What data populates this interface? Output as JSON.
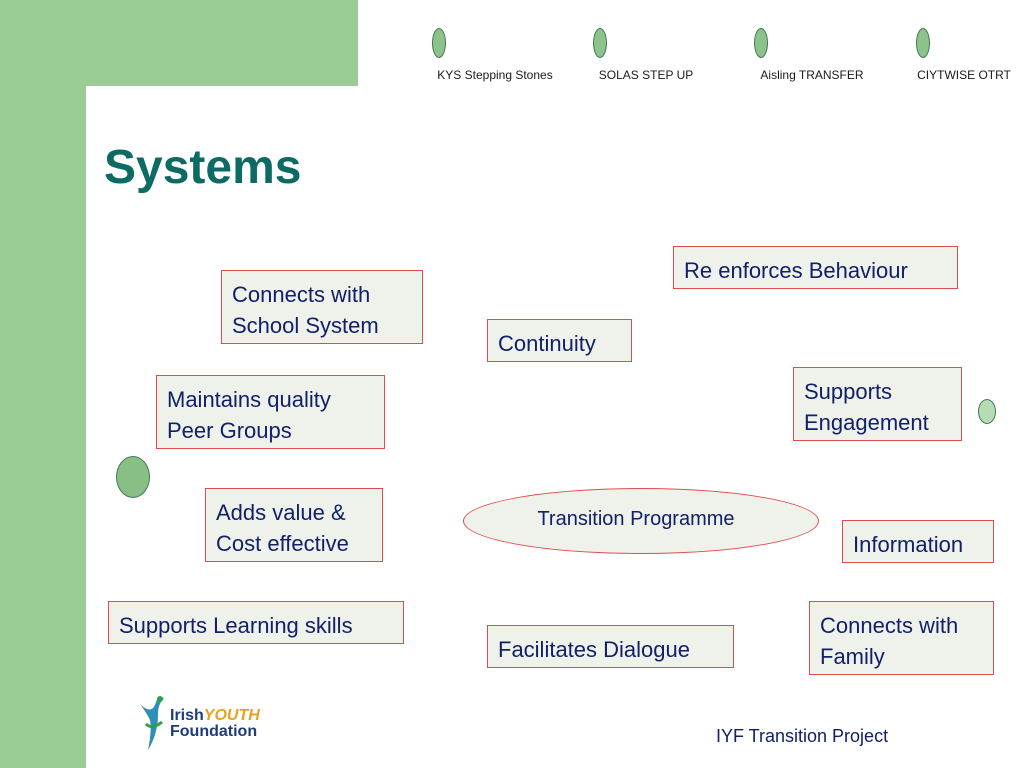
{
  "nav": [
    {
      "label": "KYS Stepping Stones"
    },
    {
      "label": "SOLAS STEP UP"
    },
    {
      "label": "Aisling  TRANSFER"
    },
    {
      "label": "CIYTWISE OTRT"
    }
  ],
  "title": "Systems",
  "diagram": {
    "center": "Transition Programme",
    "nodes": [
      {
        "text": "Connects with\nSchool System"
      },
      {
        "text": "Continuity"
      },
      {
        "text": "Re enforces Behaviour"
      },
      {
        "text": "Maintains  quality\nPeer Groups"
      },
      {
        "text": "Supports\nEngagement"
      },
      {
        "text": "Adds value &\nCost effective"
      },
      {
        "text": "Information"
      },
      {
        "text": "Supports Learning skills"
      },
      {
        "text": "Facilitates Dialogue"
      },
      {
        "text": "Connects with\nFamily"
      }
    ]
  },
  "logo": {
    "line1": "Irish",
    "line1_accent": "YOUTH",
    "line2": "Foundation"
  },
  "footer": "IYF Transition Project",
  "colors": {
    "green": "#9ccc96",
    "title": "#0e6b63",
    "box_border": "#e24b4b",
    "text": "#12206b"
  }
}
